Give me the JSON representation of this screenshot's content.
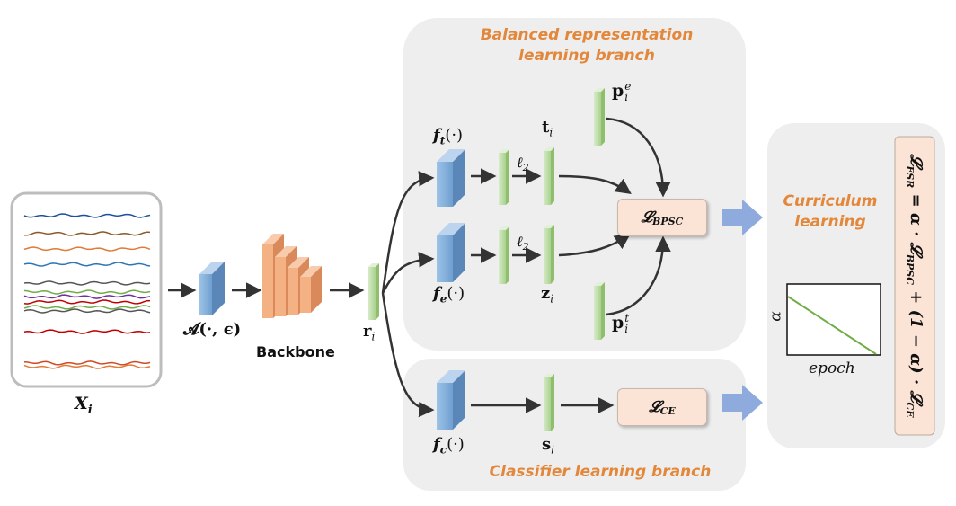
{
  "colors": {
    "panel": "#eeeeee",
    "orange_text": "#e3873a",
    "blue_block": "#7ea6d4",
    "green_bar": "#c5e0b4",
    "backbone": "#f4b183",
    "loss_box": "#fbe3d5",
    "big_arrow": "#8faadc",
    "alpha_line": "#70ad47"
  },
  "input": {
    "label": "X",
    "subscript": "i",
    "series_colors": [
      "#1f4e9c",
      "#8b5a2b",
      "#e07b39",
      "#2e75b6",
      "#555555",
      "#70ad47",
      "#7030a0",
      "#c00000",
      "#d04a26"
    ]
  },
  "augment": {
    "label": "𝓐(·, ϵ)"
  },
  "backbone": {
    "label": "Backbone"
  },
  "representation": {
    "label": "r",
    "subscript": "i"
  },
  "branch_top": {
    "title_line1": "Balanced representation",
    "title_line2": "learning branch",
    "ft_label": "f",
    "ft_sub": "t",
    "fe_label": "f",
    "fe_sub": "e",
    "func_suffix": "(·)",
    "l2_top": "ℓ",
    "l2_bottom": "ℓ",
    "l2_sub": "2",
    "t_label": "t",
    "t_sub": "i",
    "z_label": "z",
    "z_sub": "i",
    "pe_label": "p",
    "pe_sub": "i",
    "pe_sup": "e",
    "pt_label": "p",
    "pt_sub": "i",
    "pt_sup": "t",
    "loss_label": "𝓛",
    "loss_sub": "BPSC"
  },
  "branch_bottom": {
    "title": "Classifier learning branch",
    "fc_label": "f",
    "fc_sub": "c",
    "func_suffix": "(·)",
    "s_label": "s",
    "s_sub": "i",
    "loss_label": "𝓛",
    "loss_sub": "CE"
  },
  "curriculum": {
    "title_line1": "Curriculum",
    "title_line2": "learning",
    "plot_ylabel": "α",
    "plot_xlabel": "epoch"
  },
  "final_loss": {
    "lhs": "𝓛",
    "lhs_sub": "FSR",
    "eq": " = ",
    "alpha": "α",
    "dot": " · ",
    "bpsc": "𝓛",
    "bpsc_sub": "BPSC",
    "plus": " + (1 − ",
    "close": ") · ",
    "ce": "𝓛",
    "ce_sub": "CE"
  }
}
